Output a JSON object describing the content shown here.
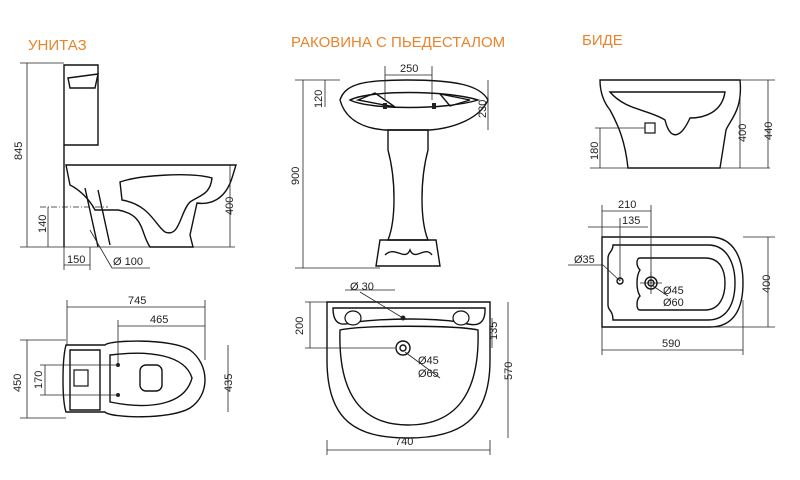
{
  "colors": {
    "title": "#e8842c",
    "lines": "#111111"
  },
  "toilet": {
    "title": "УНИТАЗ",
    "side": {
      "height": "845",
      "seat_height": "400",
      "outlet_height": "140",
      "outlet_offset": "150",
      "outlet_diameter": "Ø 100"
    },
    "top": {
      "length": "745",
      "hole_distance": "465",
      "width": "450",
      "hole_spacing": "170",
      "bowl_width": "435"
    }
  },
  "sink": {
    "title": "РАКОВИНА С ПЬЕДЕСТАЛОМ",
    "front": {
      "tap_spacing": "250",
      "depth_top": "120",
      "basin_height": "230",
      "total_height": "900"
    },
    "top": {
      "tap_hole": "Ø 30",
      "tap_offset": "200",
      "drain_offset": "135",
      "depth": "570",
      "drain_inner": "Ø45",
      "drain_outer": "Ø65",
      "width": "740"
    }
  },
  "bidet": {
    "title": "БИДЕ",
    "side": {
      "rim_height": "400",
      "total_height": "440",
      "outlet_height": "180"
    },
    "top": {
      "drain_offset": "210",
      "tap_offset": "135",
      "tap_hole": "Ø35",
      "drain_inner": "Ø45",
      "drain_outer": "Ø60",
      "width": "400",
      "length": "590"
    }
  }
}
